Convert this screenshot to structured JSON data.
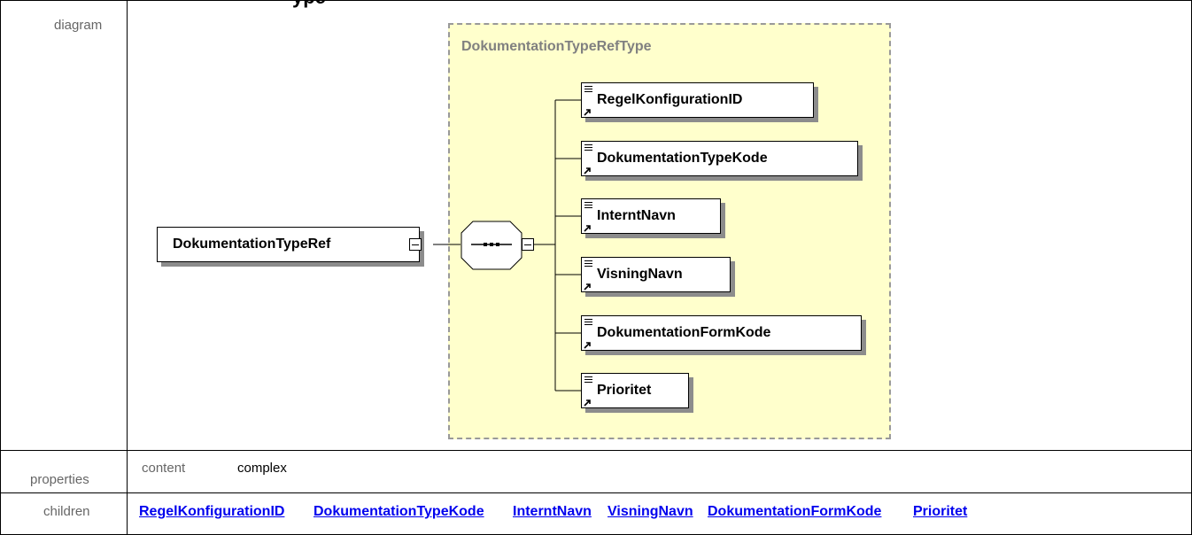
{
  "page": {
    "title_fragment": "ype"
  },
  "rows": {
    "diagram_label": "diagram",
    "properties_label": "properties",
    "children_label": "children"
  },
  "diagram": {
    "root_element": "DokumentationTypeRef",
    "group_title": "DokumentationTypeRefType",
    "compositor": "sequence",
    "children": [
      "RegelKonfigurationID",
      "DokumentationTypeKode",
      "InterntNavn",
      "VisningNavn",
      "DokumentationFormKode",
      "Prioritet"
    ],
    "colors": {
      "group_fill": "#ffffcc",
      "group_border": "#999999",
      "shadow": "#8c8c8c",
      "link": "#0000ee"
    }
  },
  "properties": {
    "key": "content",
    "value": "complex"
  },
  "children_links": [
    "RegelKonfigurationID",
    "DokumentationTypeKode",
    "InterntNavn",
    "VisningNavn",
    "DokumentationFormKode",
    "Prioritet"
  ]
}
